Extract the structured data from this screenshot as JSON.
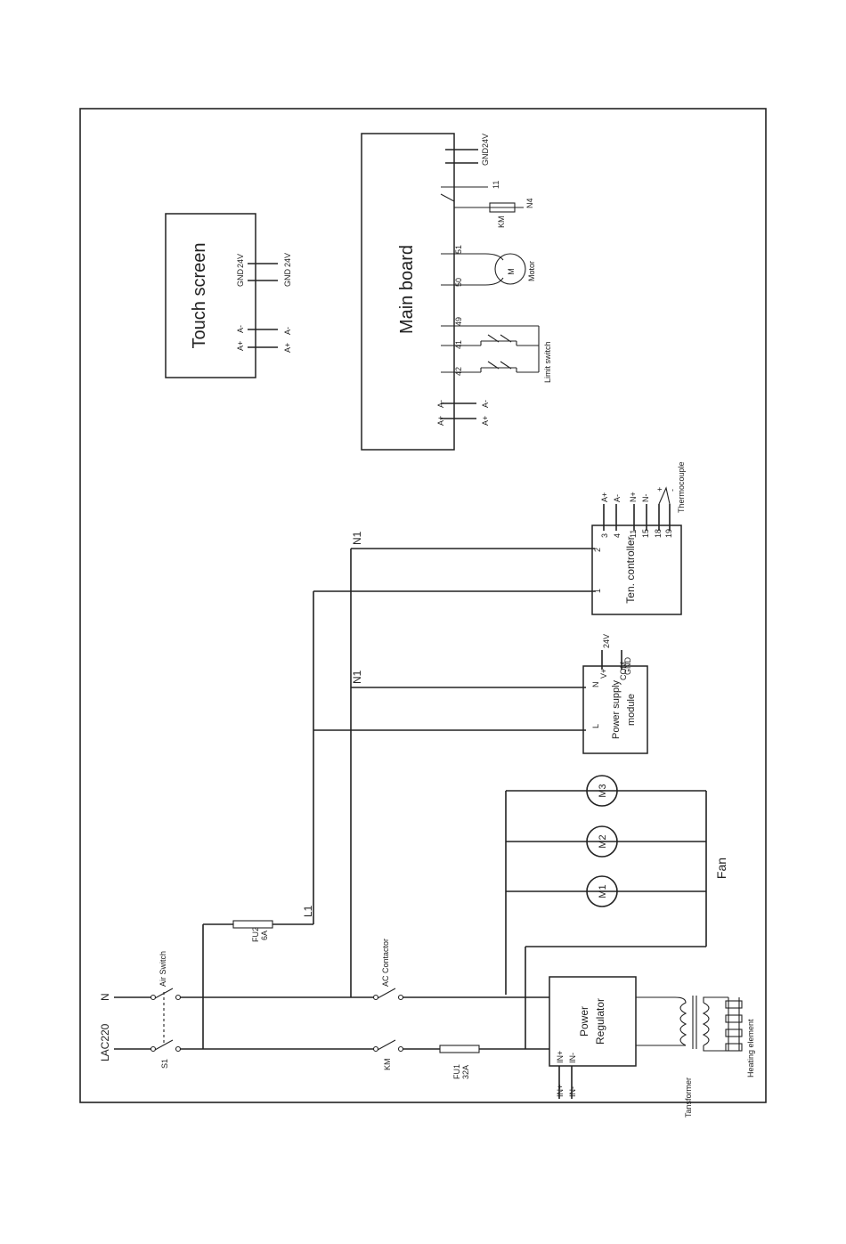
{
  "labels": {
    "touch_screen": "Touch screen",
    "main_board": "Main board",
    "ten_controller": "Ten. controller",
    "power_supply_line1": "Power supply",
    "power_supply_line2": "module",
    "power_regulator_line1": "Power",
    "power_regulator_line2": "Regulator",
    "fan": "Fan",
    "air_switch": "Air Switch",
    "ac_contactor": "AC Contactor",
    "transformer": "Tansformer",
    "heating_element": "Heating element",
    "thermocouple": "Thermocouple",
    "limit_switch": "Limit switch",
    "motor": "Motor",
    "ac220": "AC220",
    "l": "L",
    "n": "N",
    "s1": "S1",
    "km": "KM",
    "l1": "L1",
    "n1_top": "N1",
    "n1_mid": "N1",
    "fu2": "FU2",
    "fu2_rating": "6A",
    "fu1": "FU1",
    "fu1_rating": "32A",
    "m1": "M1",
    "m2": "M2",
    "m3": "M3",
    "m_motor": "M",
    "km_coil": "KM",
    "n4": "N4",
    "n1_relay": "11"
  },
  "touch_screen_pins": {
    "inner": [
      "A+",
      "A-",
      "GND",
      "24V"
    ],
    "outer": [
      "A+",
      "A-",
      "GND",
      "24V"
    ]
  },
  "main_board_pins": {
    "inner": [
      "A+",
      "A-",
      "42",
      "41",
      "49",
      "50",
      "51"
    ],
    "outer": [
      "A+",
      "A-"
    ],
    "power": [
      "GND",
      "24V"
    ]
  },
  "ten_controller_pins": {
    "inner": [
      "1",
      "2",
      "3",
      "4",
      "11",
      "15",
      "18",
      "19"
    ],
    "outer": [
      "A+",
      "A-",
      "N+",
      "N-",
      "+",
      "-"
    ]
  },
  "power_supply_pins": {
    "inner": [
      "L",
      "N",
      "V+",
      "COM"
    ],
    "outer": [
      "24V",
      "GND"
    ]
  },
  "power_regulator_pins": {
    "inner": [
      "IN+",
      "IN-"
    ],
    "outer": [
      "IN+",
      "IN-"
    ]
  }
}
